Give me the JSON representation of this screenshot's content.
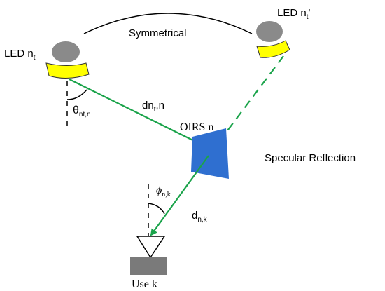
{
  "labels": {
    "led_left": "LED n",
    "led_left_sub": "t",
    "led_right": "LED n",
    "led_right_sub": "t",
    "led_right_prime": "'",
    "symmetrical": "Symmetrical",
    "theta": "θ",
    "theta_sub": "nt,n",
    "dist_led_irs": "dn",
    "dist_led_irs_sub": "t",
    "dist_led_irs_suffix": ",n",
    "irs": "OIRS n",
    "specular": "Specular Reflection",
    "phi": "ϕ",
    "phi_sub": "n,k",
    "dist_irs_user": "d",
    "dist_irs_user_sub": "n,k",
    "user": "Use k"
  },
  "colors": {
    "ray": "#1aa34a",
    "irs": "#2f6fd0",
    "led_body": "#8a8a8a",
    "led_lens": "#ffff00",
    "user_box": "#7a7a7a",
    "line": "#000000"
  },
  "icons": {
    "led": "led-emitter-icon",
    "user": "photodetector-icon"
  }
}
